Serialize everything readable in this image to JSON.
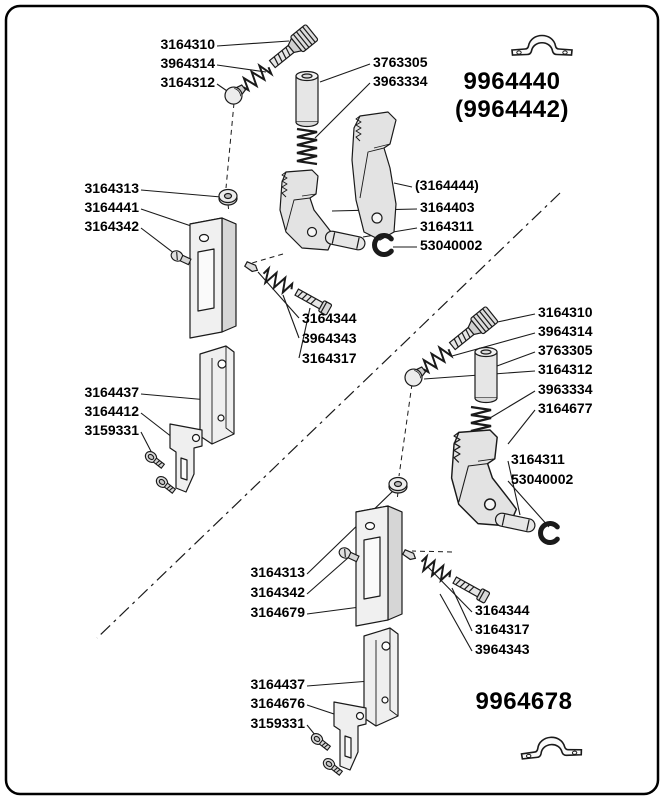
{
  "titles": {
    "top_assembly": "9964440",
    "top_assembly_variant": "(9964442)",
    "bottom_assembly": "9964678"
  },
  "icons": {
    "top_clip": "pipe-clip-icon",
    "bottom_clip": "pipe-clip-icon"
  },
  "colors": {
    "line": "#1a1a1a",
    "fill_light": "#ececec",
    "fill_mid": "#dcdcdc",
    "background": "#ffffff"
  },
  "top_labels": {
    "p3164310": "3164310",
    "p3964314": "3964314",
    "p3164312": "3164312",
    "p3763305": "3763305",
    "p3963334": "3963334",
    "p3164313": "3164313",
    "p3164441": "3164441",
    "p3164342": "3164342",
    "p3164444": "(3164444)",
    "p3164403": "3164403",
    "p3164311": "3164311",
    "p53040002": "53040002",
    "p3164344": "3164344",
    "p3964343": "3964343",
    "p3164317": "3164317",
    "p3164437": "3164437",
    "p3164412": "3164412",
    "p3159331": "3159331"
  },
  "bottom_labels": {
    "p3164310": "3164310",
    "p3964314": "3964314",
    "p3763305": "3763305",
    "p3164312": "3164312",
    "p3963334": "3963334",
    "p3164677": "3164677",
    "p3164311": "3164311",
    "p53040002": "53040002",
    "p3164313": "3164313",
    "p3164342": "3164342",
    "p3164679": "3164679",
    "p3164344": "3164344",
    "p3164317": "3164317",
    "p3964343": "3964343",
    "p3164437": "3164437",
    "p3164676": "3164676",
    "p3159331": "3159331"
  }
}
